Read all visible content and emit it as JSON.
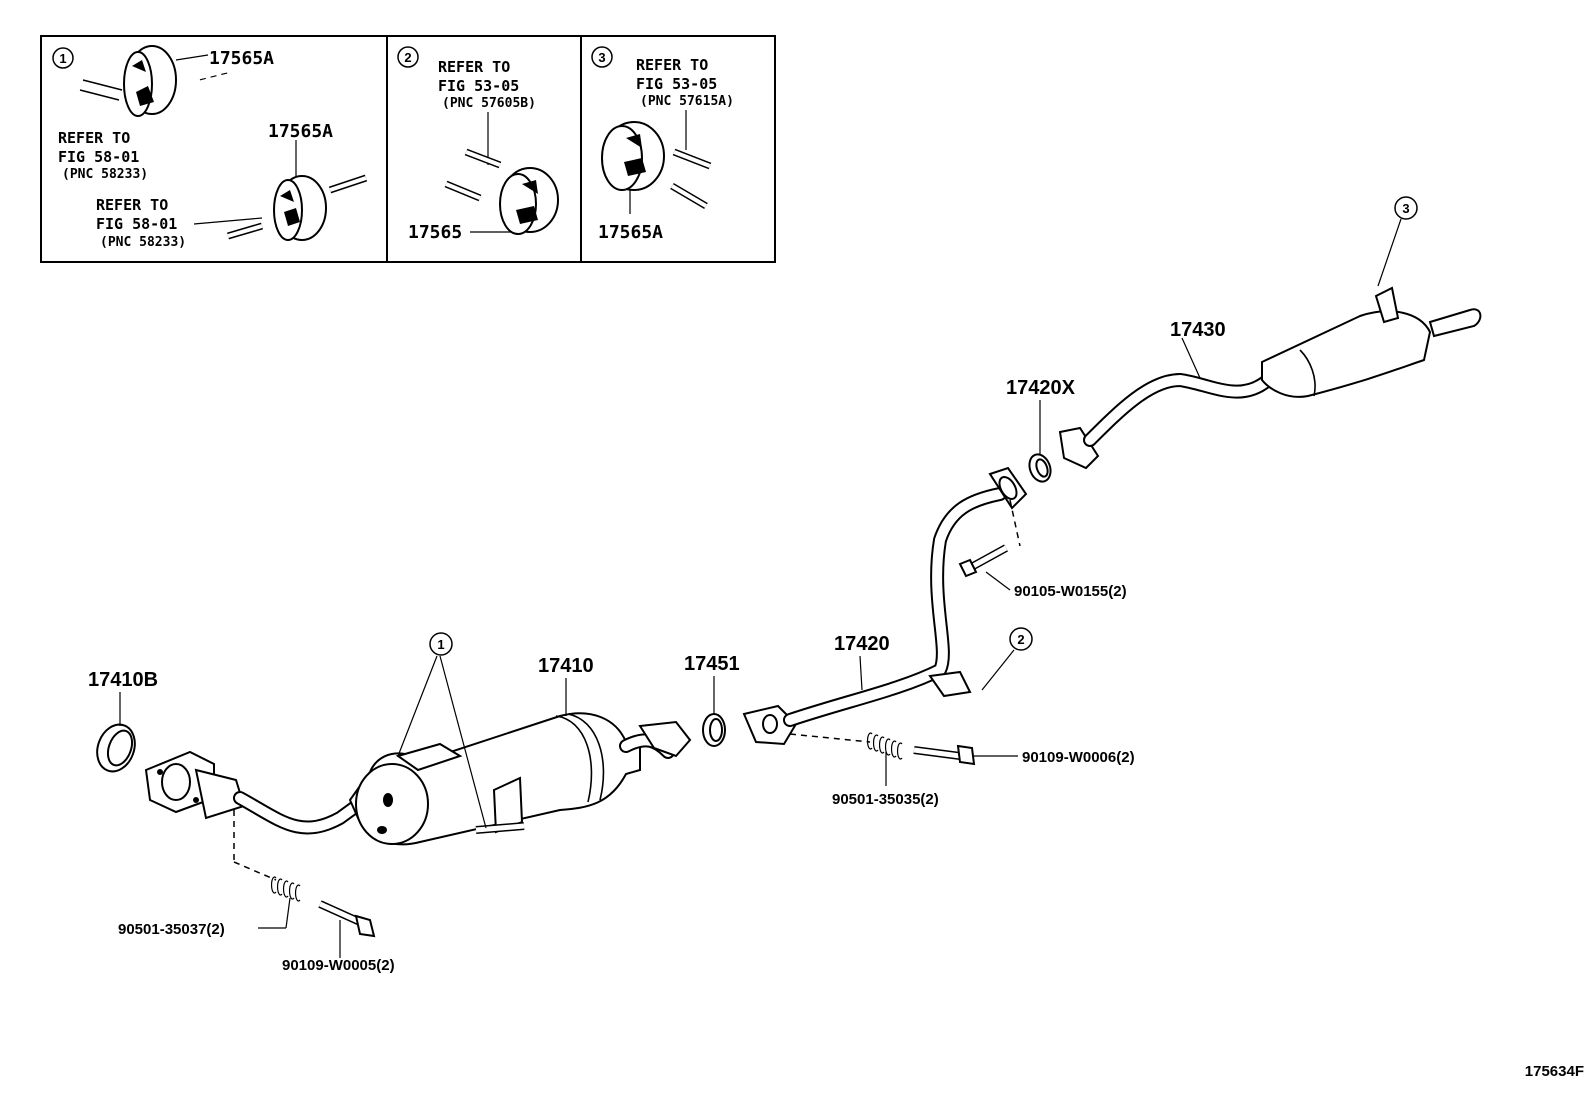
{
  "insets": [
    {
      "index": "1",
      "parts": [
        "17565A",
        "17565A"
      ],
      "refs": [
        {
          "line1": "REFER TO",
          "line2": "FIG 58-01",
          "line3": "(PNC 58233)"
        },
        {
          "line1": "REFER TO",
          "line2": "FIG 58-01",
          "line3": "(PNC 58233)"
        }
      ]
    },
    {
      "index": "2",
      "parts": [
        "17565"
      ],
      "refs": [
        {
          "line1": "REFER TO",
          "line2": "FIG 53-05",
          "line3": "(PNC 57605B)"
        }
      ]
    },
    {
      "index": "3",
      "parts": [
        "17565A"
      ],
      "refs": [
        {
          "line1": "REFER TO",
          "line2": "FIG 53-05",
          "line3": "(PNC 57615A)"
        }
      ]
    }
  ],
  "callouts": {
    "c1": "1",
    "c2": "2",
    "c3": "3"
  },
  "parts": {
    "p17410B": "17410B",
    "p17410": "17410",
    "p17451": "17451",
    "p17420": "17420",
    "p17420X": "17420X",
    "p17430": "17430",
    "p90105": "90105-W0155(2)",
    "p90109_6": "90109-W0006(2)",
    "p90501_35": "90501-35035(2)",
    "p90501_37": "90501-35037(2)",
    "p90109_5": "90109-W0005(2)"
  },
  "figure_id": "175634F"
}
